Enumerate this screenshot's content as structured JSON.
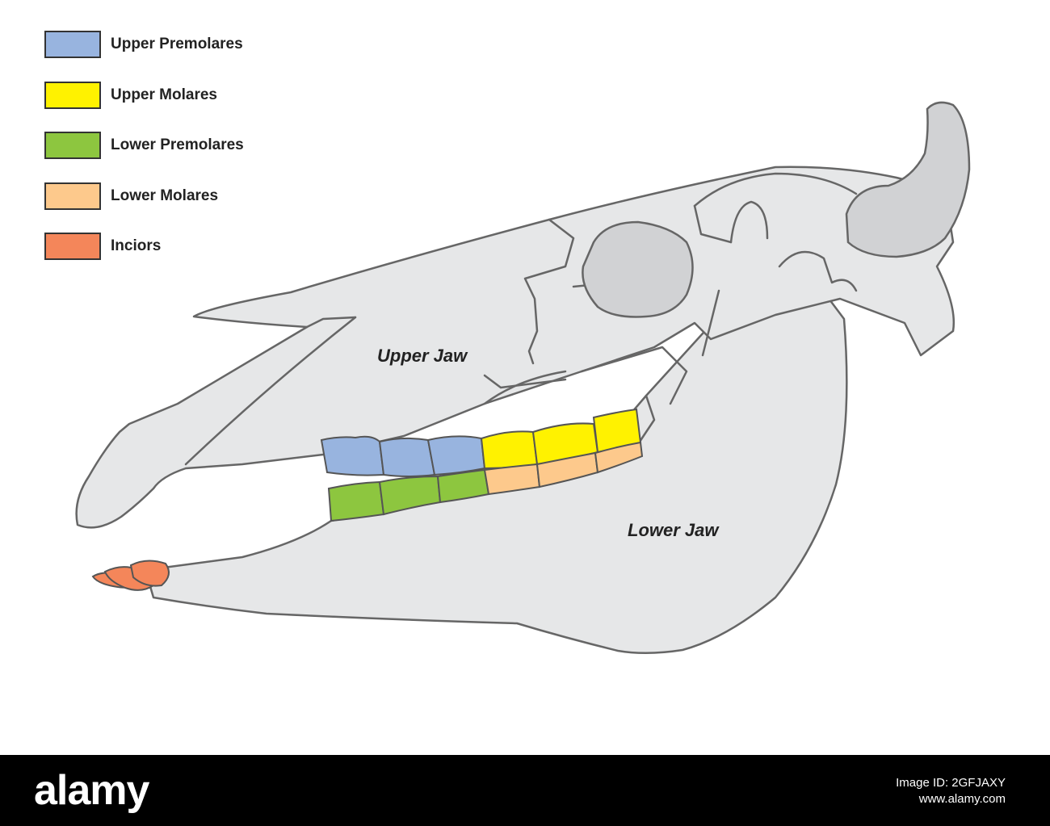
{
  "legend": [
    {
      "label": "Upper Premolares",
      "color": "#98b4df"
    },
    {
      "label": "Upper Molares",
      "color": "#fff200"
    },
    {
      "label": "Lower Premolares",
      "color": "#8dc63f"
    },
    {
      "label": "Lower Molares",
      "color": "#fdc98c"
    },
    {
      "label": "Inciors",
      "color": "#f4865a"
    }
  ],
  "labels": {
    "upper_jaw": "Upper Jaw",
    "lower_jaw": "Lower Jaw"
  },
  "colors": {
    "skull_fill": "#e6e7e8",
    "skull_stroke": "#666666",
    "orbit_fill": "#d1d2d4",
    "horn_fill": "#d1d2d4"
  },
  "footer": {
    "brand": "alamy",
    "image_id": "Image ID: 2GFJAXY",
    "site": "www.alamy.com"
  }
}
